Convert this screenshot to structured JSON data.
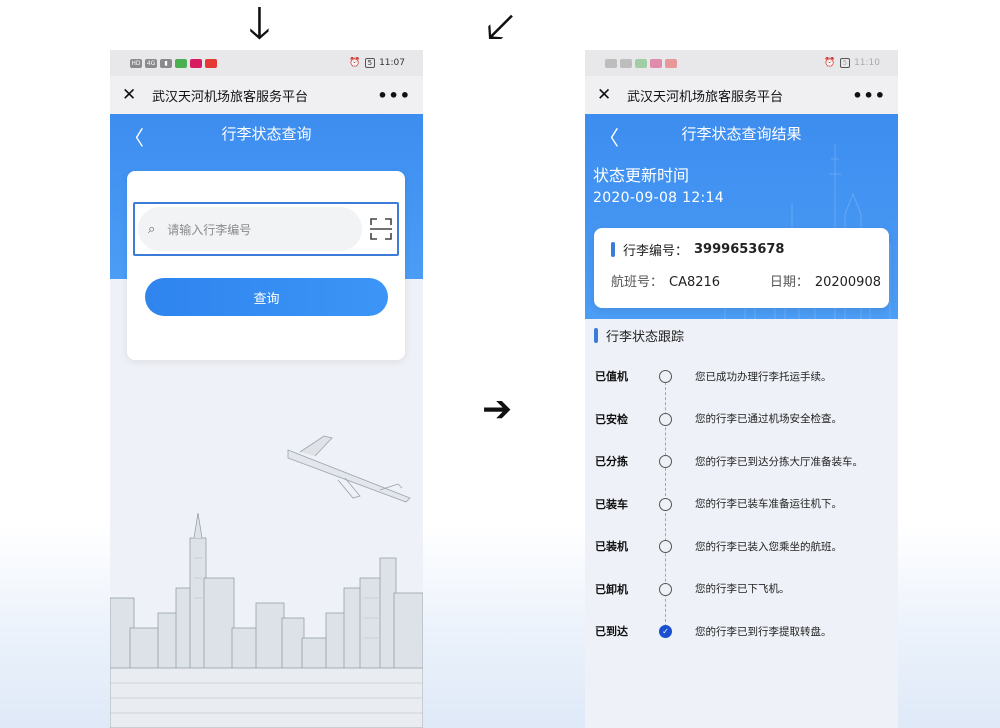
{
  "left_phone": {
    "statusbar": {
      "left_icons": [
        "HD",
        "4G",
        "signal",
        "app",
        "app",
        "app"
      ],
      "alarm": "⏰",
      "battery": "5",
      "time": "11:07"
    },
    "titlebar": {
      "close": "✕",
      "title": "武汉天河机场旅客服务平台",
      "more": "•••"
    },
    "nav": {
      "back": "〈",
      "title": "行李状态查询"
    },
    "search": {
      "placeholder": "请输入行李编号",
      "icon": "search-icon",
      "scan": "scan-icon"
    },
    "query_button": "查询"
  },
  "right_phone": {
    "statusbar": {
      "alarm": "⏰",
      "battery": "5",
      "time": "11:10"
    },
    "titlebar": {
      "close": "✕",
      "title": "武汉天河机场旅客服务平台",
      "more": "•••"
    },
    "nav": {
      "back": "〈",
      "title": "行李状态查询结果"
    },
    "update_label": "状态更新时间",
    "update_time": "2020-09-08 12:14",
    "baggage_label": "行李编号：",
    "baggage_no": "3999653678",
    "flight_label": "航班号：",
    "flight_no": "CA8216",
    "date_label": "日期：",
    "date": "20200908",
    "tracking_title": "行李状态跟踪",
    "steps": [
      {
        "name": "已值机",
        "desc": "您已成功办理行李托运手续。",
        "done": false
      },
      {
        "name": "已安检",
        "desc": "您的行李已通过机场安全检查。",
        "done": false
      },
      {
        "name": "已分拣",
        "desc": "您的行李已到达分拣大厅准备装车。",
        "done": false
      },
      {
        "name": "已装车",
        "desc": "您的行李已装车准备运往机下。",
        "done": false
      },
      {
        "name": "已装机",
        "desc": "您的行李已装入您乘坐的航班。",
        "done": false
      },
      {
        "name": "已卸机",
        "desc": "您的行李已下飞机。",
        "done": false
      },
      {
        "name": "已到达",
        "desc": "您的行李已到行李提取转盘。",
        "done": true
      }
    ]
  },
  "arrows": {
    "down": "🡓",
    "down_left": "🡗",
    "right": "➔"
  },
  "colors": {
    "header_blue": "#4b9df5",
    "button_blue": "#3c95f6",
    "check_blue": "#1a4fd0"
  }
}
